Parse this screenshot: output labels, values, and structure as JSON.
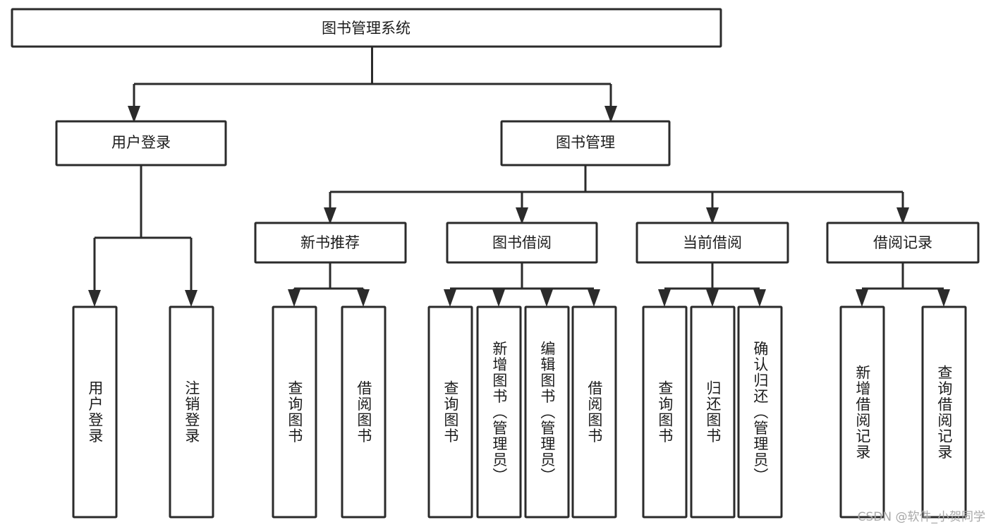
{
  "diagram": {
    "title": "图书管理系统",
    "type": "tree-hierarchy-chart",
    "root": {
      "label": "图书管理系统"
    },
    "level2": [
      {
        "label": "用户登录"
      },
      {
        "label": "图书管理"
      }
    ],
    "level3": [
      {
        "label": "新书推荐"
      },
      {
        "label": "图书借阅"
      },
      {
        "label": "当前借阅"
      },
      {
        "label": "借阅记录"
      }
    ],
    "leaves": {
      "user_login": [
        {
          "label": "用户登录"
        },
        {
          "label": "注销登录"
        }
      ],
      "new_book_recommend": [
        {
          "label": "查询图书"
        },
        {
          "label": "借阅图书"
        }
      ],
      "book_borrow": [
        {
          "label": "查询图书"
        },
        {
          "label": "新增图书（管理员）"
        },
        {
          "label": "编辑图书（管理员）"
        },
        {
          "label": "借阅图书"
        }
      ],
      "current_borrow": [
        {
          "label": "查询图书"
        },
        {
          "label": "归还图书"
        },
        {
          "label": "确认归还（管理员）"
        }
      ],
      "borrow_record": [
        {
          "label": "新增借阅记录"
        },
        {
          "label": "查询借阅记录"
        }
      ]
    }
  },
  "watermark": {
    "text": "CSDN @软件_小贺同学"
  },
  "colors": {
    "box_stroke": "#2b2b2b",
    "box_fill": "#ffffff",
    "text": "#1c1c1c",
    "background": "#ffffff",
    "watermark": "#a8a8a8"
  }
}
